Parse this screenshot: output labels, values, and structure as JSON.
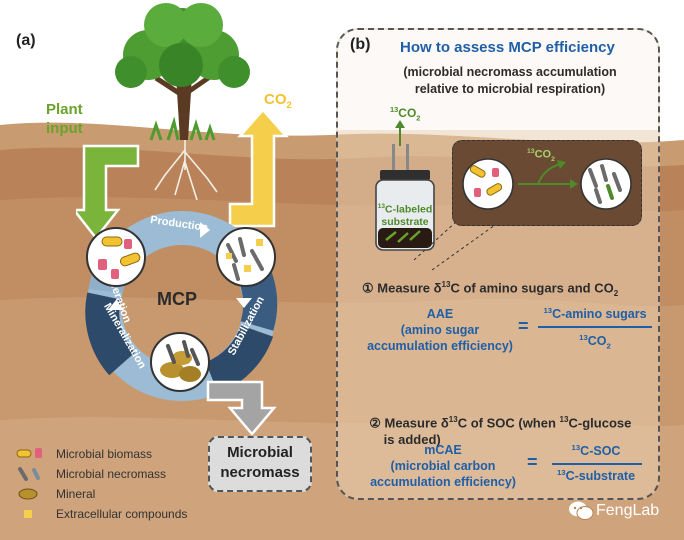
{
  "panel_a": {
    "label": "(a)",
    "plant_input": "Plant\ninput",
    "co2_label": "CO",
    "co2_sub": "2",
    "cycle_center": "MCP",
    "arrow_production": "Production",
    "arrow_stabilization": "Stabilization",
    "arrow_mineralization": "Mineralization",
    "arrow_proliferation": "Proliferation",
    "necromass_box": "Microbial\nnecromass",
    "legend": [
      {
        "icon": "microbial-biomass-icon",
        "label": "Microbial biomass"
      },
      {
        "icon": "microbial-necromass-icon",
        "label": "Microbial necromass"
      },
      {
        "icon": "mineral-icon",
        "label": "Mineral"
      },
      {
        "icon": "extracellular-compounds-icon",
        "label": "Extracellular compounds"
      }
    ]
  },
  "panel_b": {
    "label": "(b)",
    "title": "How to assess MCP efficiency",
    "subtitle": "(microbial necromass accumulation\nrelative to microbial respiration)",
    "jar_co2_sup": "13",
    "jar_co2": "CO",
    "jar_co2_sub": "2",
    "jar_label_sup": "13",
    "jar_label": "C-labeled\nsubstrate",
    "inset_co2_sup": "13",
    "inset_co2": "CO",
    "inset_co2_sub": "2",
    "step1_marker": "①",
    "step1_text": " Measure δ",
    "step1_sup": "13",
    "step1_text2": "C of amino sugars and CO",
    "step1_sub": "2",
    "aae_abbr": "AAE",
    "aae_full": "(amino sugar\naccumulation efficiency)",
    "eq1": "=",
    "frac1_num_sup": "13",
    "frac1_num": "C-amino sugars",
    "frac1_den_sup": "13",
    "frac1_den": "CO",
    "frac1_den_sub": "2",
    "step2_marker": "②",
    "step2_text": " Measure δ",
    "step2_sup": "13",
    "step2_text2": "C of SOC (when ",
    "step2_sup2": "13",
    "step2_text3": "C-glucose\n      is added)",
    "mcae_abbr": "mCAE",
    "mcae_full": "(microbial carbon\naccumulation efficiency)",
    "eq2": "=",
    "frac2_num_sup": "13",
    "frac2_num": "C-SOC",
    "frac2_den_sup": "13",
    "frac2_den": "C-substrate"
  },
  "watermark": "FengLab",
  "colors": {
    "soil_light": "#c99a6e",
    "soil_dark": "#b47c52",
    "green": "#7bb43a",
    "yellow": "#f5cf4b",
    "blue_text": "#1f5fa8",
    "cycle_light": "#8eb3cf",
    "cycle_dark": "#2d4a6a"
  }
}
